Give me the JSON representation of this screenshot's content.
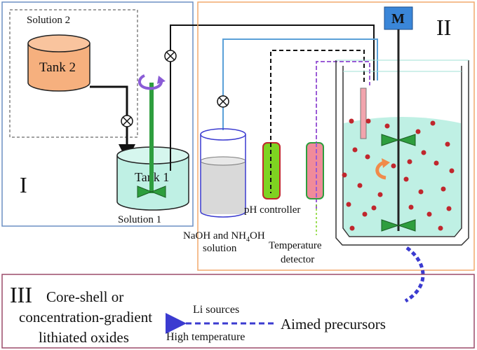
{
  "section_one": {
    "label": "I",
    "solution2_label": "Solution 2",
    "tank2_label": "Tank 2",
    "tank1_label": "Tank 1",
    "solution1_label": "Solution  1"
  },
  "section_two": {
    "label": "II",
    "motor_label": "M",
    "naoh_line1": "NaOH and NH",
    "naoh_sub": "4",
    "naoh_line1_end": "OH",
    "naoh_line2": "solution",
    "ph_label": "pH controller",
    "temp_line1": "Temperature",
    "temp_line2": "detector"
  },
  "section_three": {
    "label": "III",
    "product_line1": "Core-shell or",
    "product_line2": "concentration-gradient",
    "product_line3": "lithiated oxides",
    "arrow_top_label": "Li sources",
    "arrow_bottom_label": "High temperature",
    "precursor_label": "Aimed precursors"
  },
  "colors": {
    "box_one_border": "#6b8fc4",
    "box_two_border": "#f2a96b",
    "box_three_border": "#9c4b6a",
    "tank2_fill": "#f6b07e",
    "solution_fill": "#bff0e4",
    "stirrer_green": "#2e9e3e",
    "ph_probe": "#7ed321",
    "temp_probe": "#f08b9a",
    "particle": "#c0272d",
    "motor": "#3a86d8",
    "naoh_line": "#5aa0d8",
    "temp_line": "#9b5cd6",
    "dashed_arrow": "#3b3bd0"
  }
}
